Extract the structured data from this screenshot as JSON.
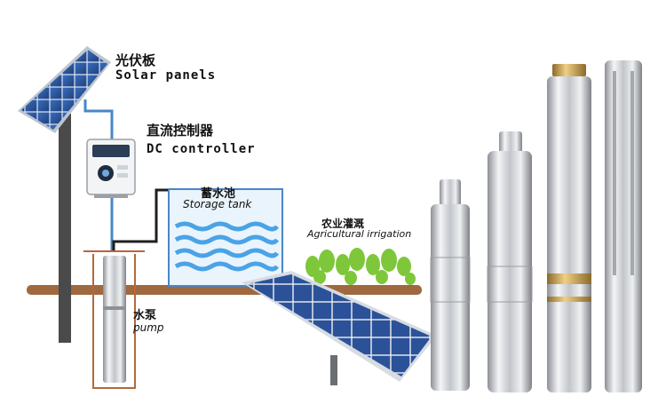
{
  "labels": {
    "solar_cn": "光伏板",
    "solar_en": "Solar panels",
    "controller_cn": "直流控制器",
    "controller_en": "DC controller",
    "tank_cn": "蓄水池",
    "tank_en": "Storage tank",
    "irrigation_cn": "农业灌溉",
    "irrigation_en": "Agricultural irrigation",
    "pump_cn": "水泵",
    "pump_en": "pump"
  },
  "colors": {
    "ground": "#a0683e",
    "pipe": "#4a86c8",
    "panel_blue": "#2f5fa8",
    "tank_water": "#4aa3e6",
    "plants": "#7fc73a",
    "steel": "#c9ccd1",
    "brass": "#c9a25a"
  },
  "icons": [
    "solar-panel-icon",
    "controller-icon",
    "water-tank-icon",
    "plant-icon",
    "pump-icon"
  ]
}
